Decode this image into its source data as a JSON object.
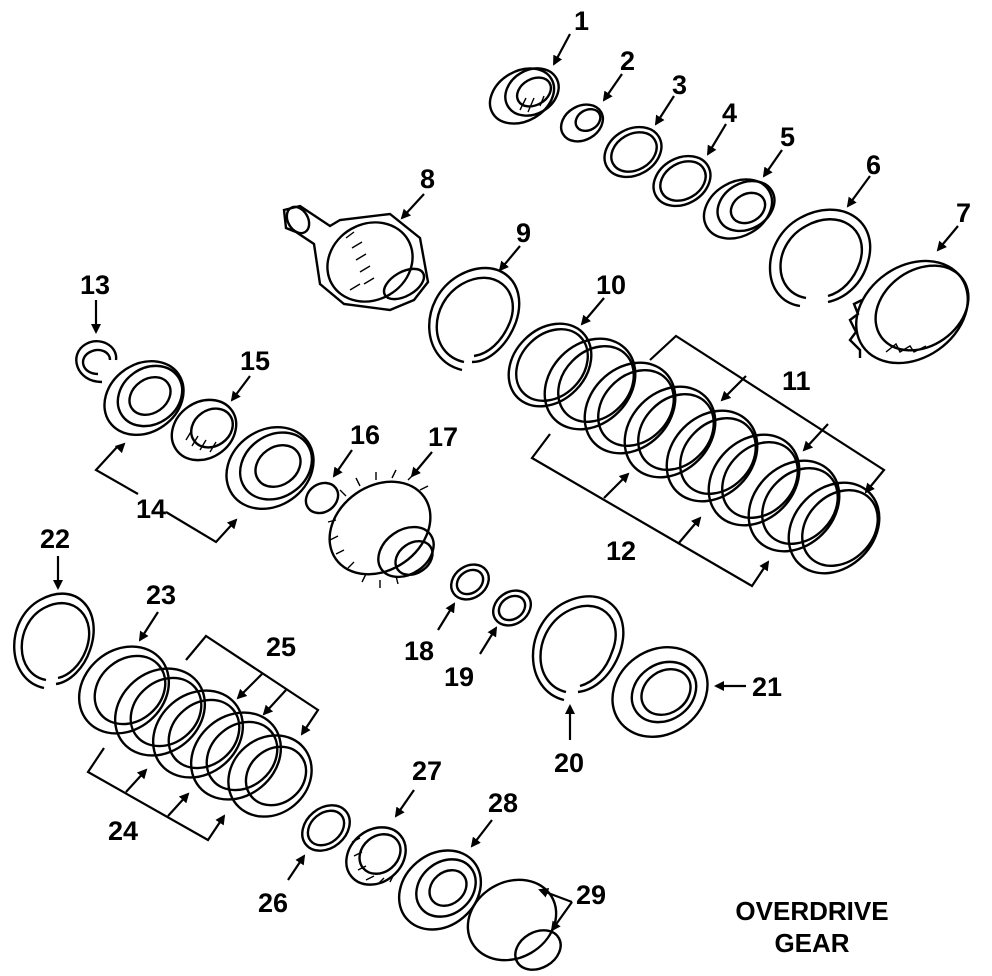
{
  "title": "OVERDRIVE GEAR",
  "title_lines": [
    "OVERDRIVE",
    "GEAR"
  ],
  "callouts": [
    "1",
    "2",
    "3",
    "4",
    "5",
    "6",
    "7",
    "8",
    "9",
    "10",
    "11",
    "12",
    "13",
    "14",
    "15",
    "16",
    "17",
    "18",
    "19",
    "20",
    "21",
    "22",
    "23",
    "24",
    "25",
    "26",
    "27",
    "28",
    "29"
  ]
}
